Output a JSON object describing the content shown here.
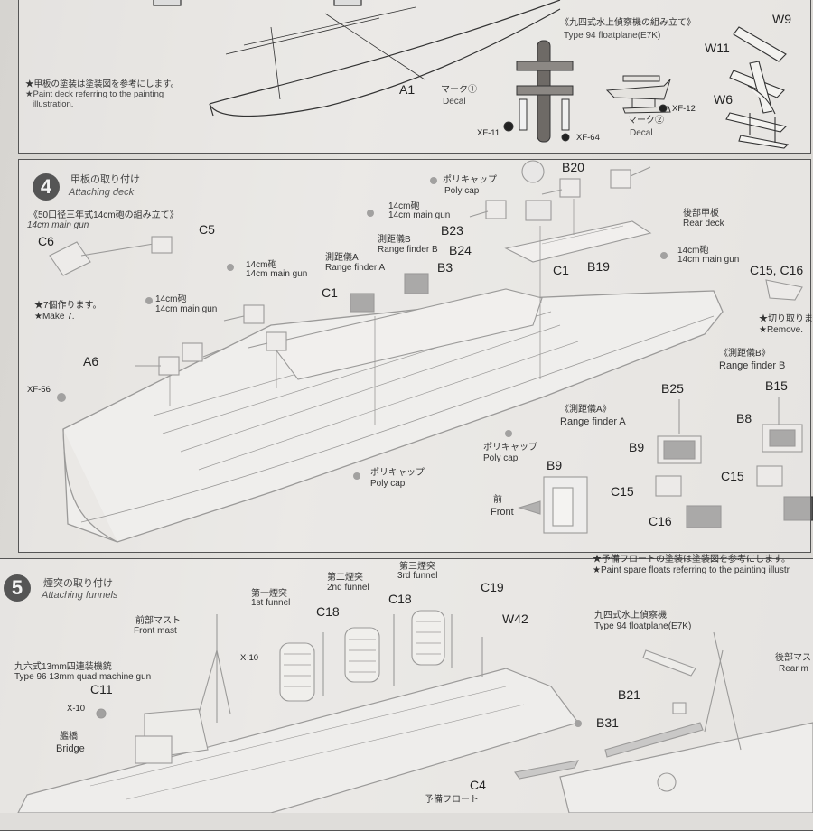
{
  "panel3": {
    "note_jp": "★甲板の塗装は塗装図を参考にします。",
    "note_en1": "★Paint deck referring to the painting",
    "note_en2": "illustration.",
    "part_a1": "A1",
    "float_title_jp": "《九四式水上偵察機の組み立て》",
    "float_title_en": "Type 94 floatplane(E7K)",
    "mark1_jp": "マーク①",
    "mark1_en": "Decal",
    "mark2_jp": "マーク②",
    "mark2_en": "Decal",
    "xf11": "XF-11",
    "xf64": "XF-64",
    "xf12": "XF-12",
    "w9": "W9",
    "w11": "W11",
    "w6": "W6"
  },
  "panel4": {
    "step_number": "4",
    "title_jp": "甲板の取り付け",
    "title_en": "Attaching deck",
    "gun_assembly_jp": "《50口径三年式14cm砲の組み立て》",
    "gun_assembly_en": "14cm main gun",
    "c6": "C6",
    "c5": "C5",
    "make_jp": "★7個作ります。",
    "make_en": "★Make 7.",
    "gun_jp": "14cm砲",
    "gun_en": "14cm main gun",
    "a6": "A6",
    "xf56": "XF-56",
    "c1": "C1",
    "rfa_jp": "測距儀A",
    "rfa_en": "Range finder A",
    "rfb_jp": "測距儀B",
    "rfb_en": "Range finder B",
    "b23": "B23",
    "b24": "B24",
    "b3": "B3",
    "polycap_jp": "ポリキャップ",
    "polycap_en": "Poly cap",
    "b20": "B20",
    "b19": "B19",
    "rear_deck_jp": "後部甲板",
    "rear_deck_en": "Rear deck",
    "c15c16": "C15, C16",
    "remove_jp": "★切り取りま",
    "remove_en": "★Remove.",
    "rfb_title_jp": "《測距儀B》",
    "rfb_title_en": "Range finder B",
    "b25": "B25",
    "b15": "B15",
    "rfa_title_jp": "《測距儀A》",
    "rfa_title_en": "Range finder A",
    "b8": "B8",
    "b9": "B9",
    "c15": "C15",
    "c16": "C16",
    "front_jp": "前",
    "front_en": "Front"
  },
  "panel5": {
    "step_number": "5",
    "title_jp": "煙突の取り付け",
    "title_en": "Attaching funnels",
    "spare_note_jp": "★予備フロートの塗装は塗装図を参考にします。",
    "spare_note_en": "★Paint spare floats referring to the painting illustr",
    "funnel3_jp": "第三煙突",
    "funnel3_en": "3rd funnel",
    "funnel2_jp": "第二煙突",
    "funnel2_en": "2nd funnel",
    "funnel1_jp": "第一煙突",
    "funnel1_en": "1st funnel",
    "c19": "C19",
    "c18": "C18",
    "w42": "W42",
    "front_mast_jp": "前部マスト",
    "front_mast_en": "Front mast",
    "x10": "X-10",
    "mg_jp": "九六式13mm四連装機銃",
    "mg_en": "Type 96 13mm quad machine gun",
    "c11": "C11",
    "bridge_jp": "艦橋",
    "bridge_en": "Bridge",
    "floatplane_jp": "九四式水上偵察機",
    "floatplane_en": "Type 94 floatplane(E7K)",
    "b21": "B21",
    "b31": "B31",
    "rear_mast_jp": "後部マスト",
    "rear_mast_en": "Rear m",
    "c4": "C4",
    "spare_float_jp": "予備フロート"
  }
}
